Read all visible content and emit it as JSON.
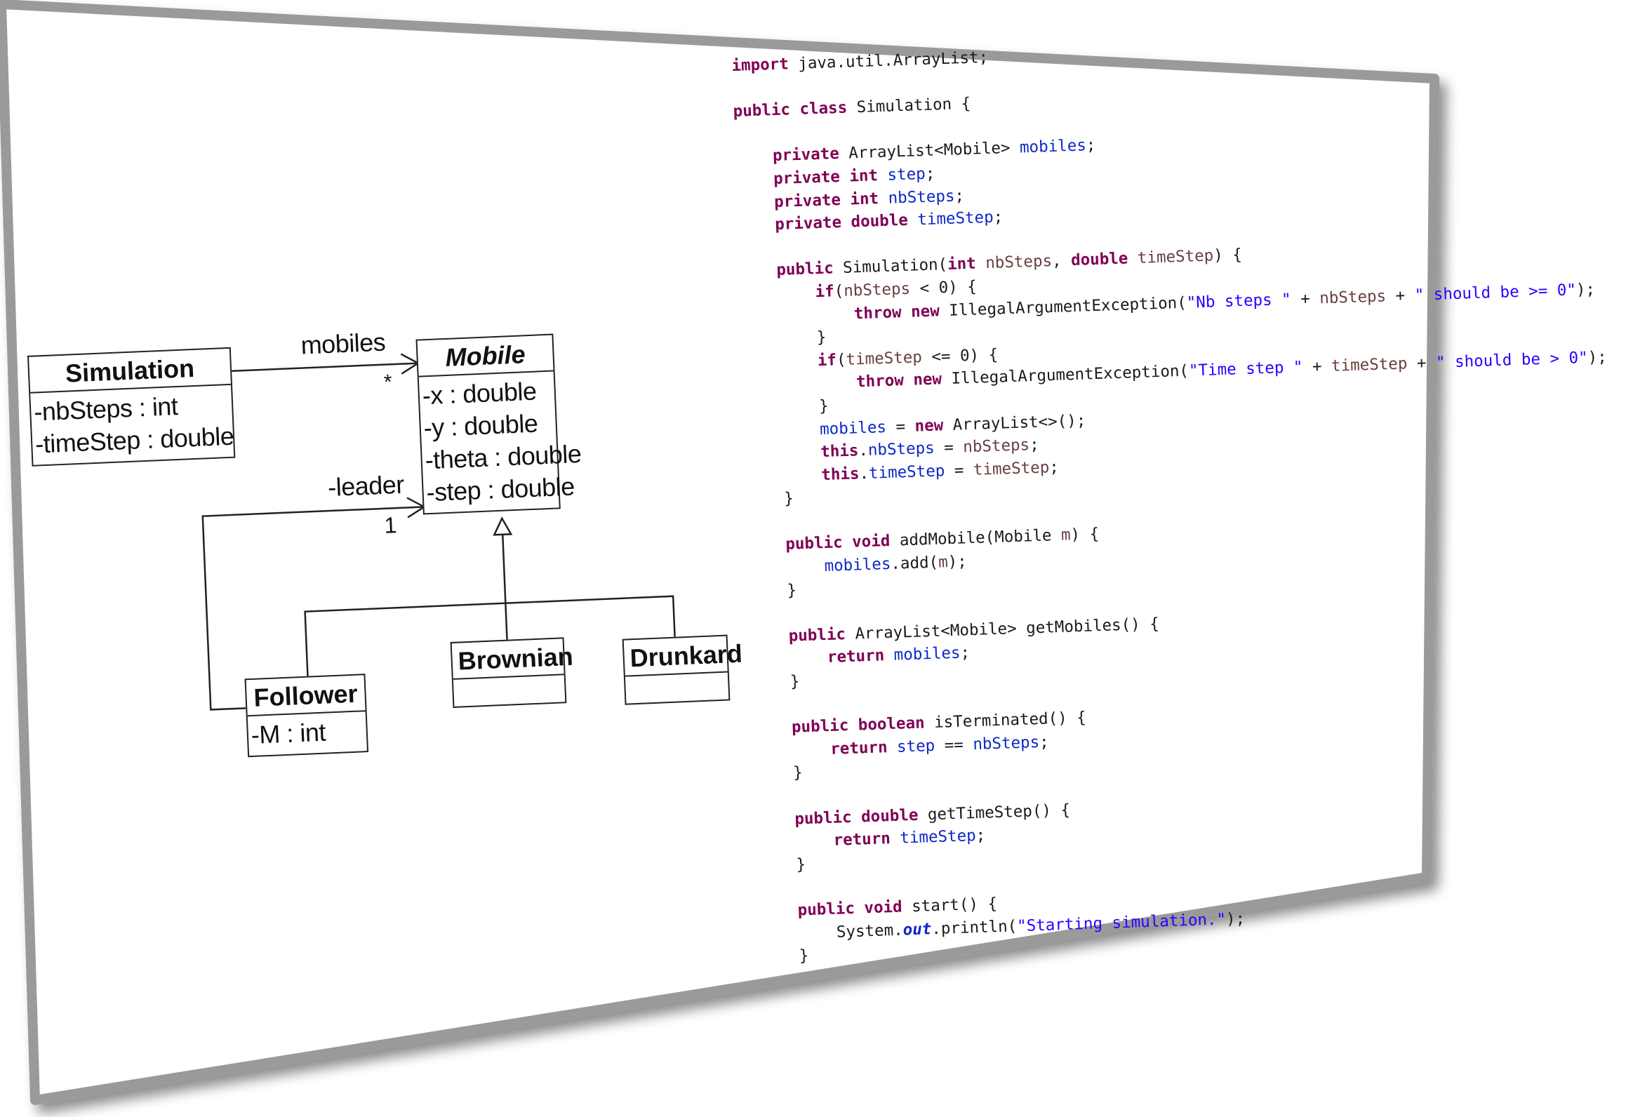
{
  "diagram": {
    "classes": {
      "simulation": {
        "name": "Simulation",
        "attributes": [
          "-nbSteps : int",
          "-timeStep : double"
        ]
      },
      "mobile": {
        "name": "Mobile",
        "abstract": true,
        "attributes": [
          "-x : double",
          "-y : double",
          "-theta : double",
          "-step : double"
        ]
      },
      "follower": {
        "name": "Follower",
        "attributes": [
          "-M : int"
        ]
      },
      "brownian": {
        "name": "Brownian",
        "attributes": []
      },
      "drunkard": {
        "name": "Drunkard",
        "attributes": []
      }
    },
    "associations": {
      "mobiles": {
        "role": "mobiles",
        "multiplicity": "*"
      },
      "leader": {
        "role": "-leader",
        "multiplicity": "1"
      }
    }
  },
  "code": {
    "lines": [
      "import java.util.ArrayList;",
      "",
      "public class Simulation {",
      "",
      "    private ArrayList<Mobile> mobiles;",
      "    private int step;",
      "    private int nbSteps;",
      "    private double timeStep;",
      "",
      "    public Simulation(int nbSteps, double timeStep) {",
      "        if(nbSteps < 0) {",
      "            throw new IllegalArgumentException(\"Nb steps \" + nbSteps + \" should be >= 0\");",
      "        }",
      "        if(timeStep <= 0) {",
      "            throw new IllegalArgumentException(\"Time step \" + timeStep + \" should be > 0\");",
      "        }",
      "        mobiles = new ArrayList<>();",
      "        this.nbSteps = nbSteps;",
      "        this.timeStep = timeStep;",
      "    }",
      "",
      "    public void addMobile(Mobile m) {",
      "        mobiles.add(m);",
      "    }",
      "",
      "    public ArrayList<Mobile> getMobiles() {",
      "        return mobiles;",
      "    }",
      "",
      "    public boolean isTerminated() {",
      "        return step == nbSteps;",
      "    }",
      "",
      "    public double getTimeStep() {",
      "        return timeStep;",
      "    }",
      "",
      "    public void start() {",
      "        System.out.println(\"Starting simulation.\");",
      "    }"
    ]
  }
}
